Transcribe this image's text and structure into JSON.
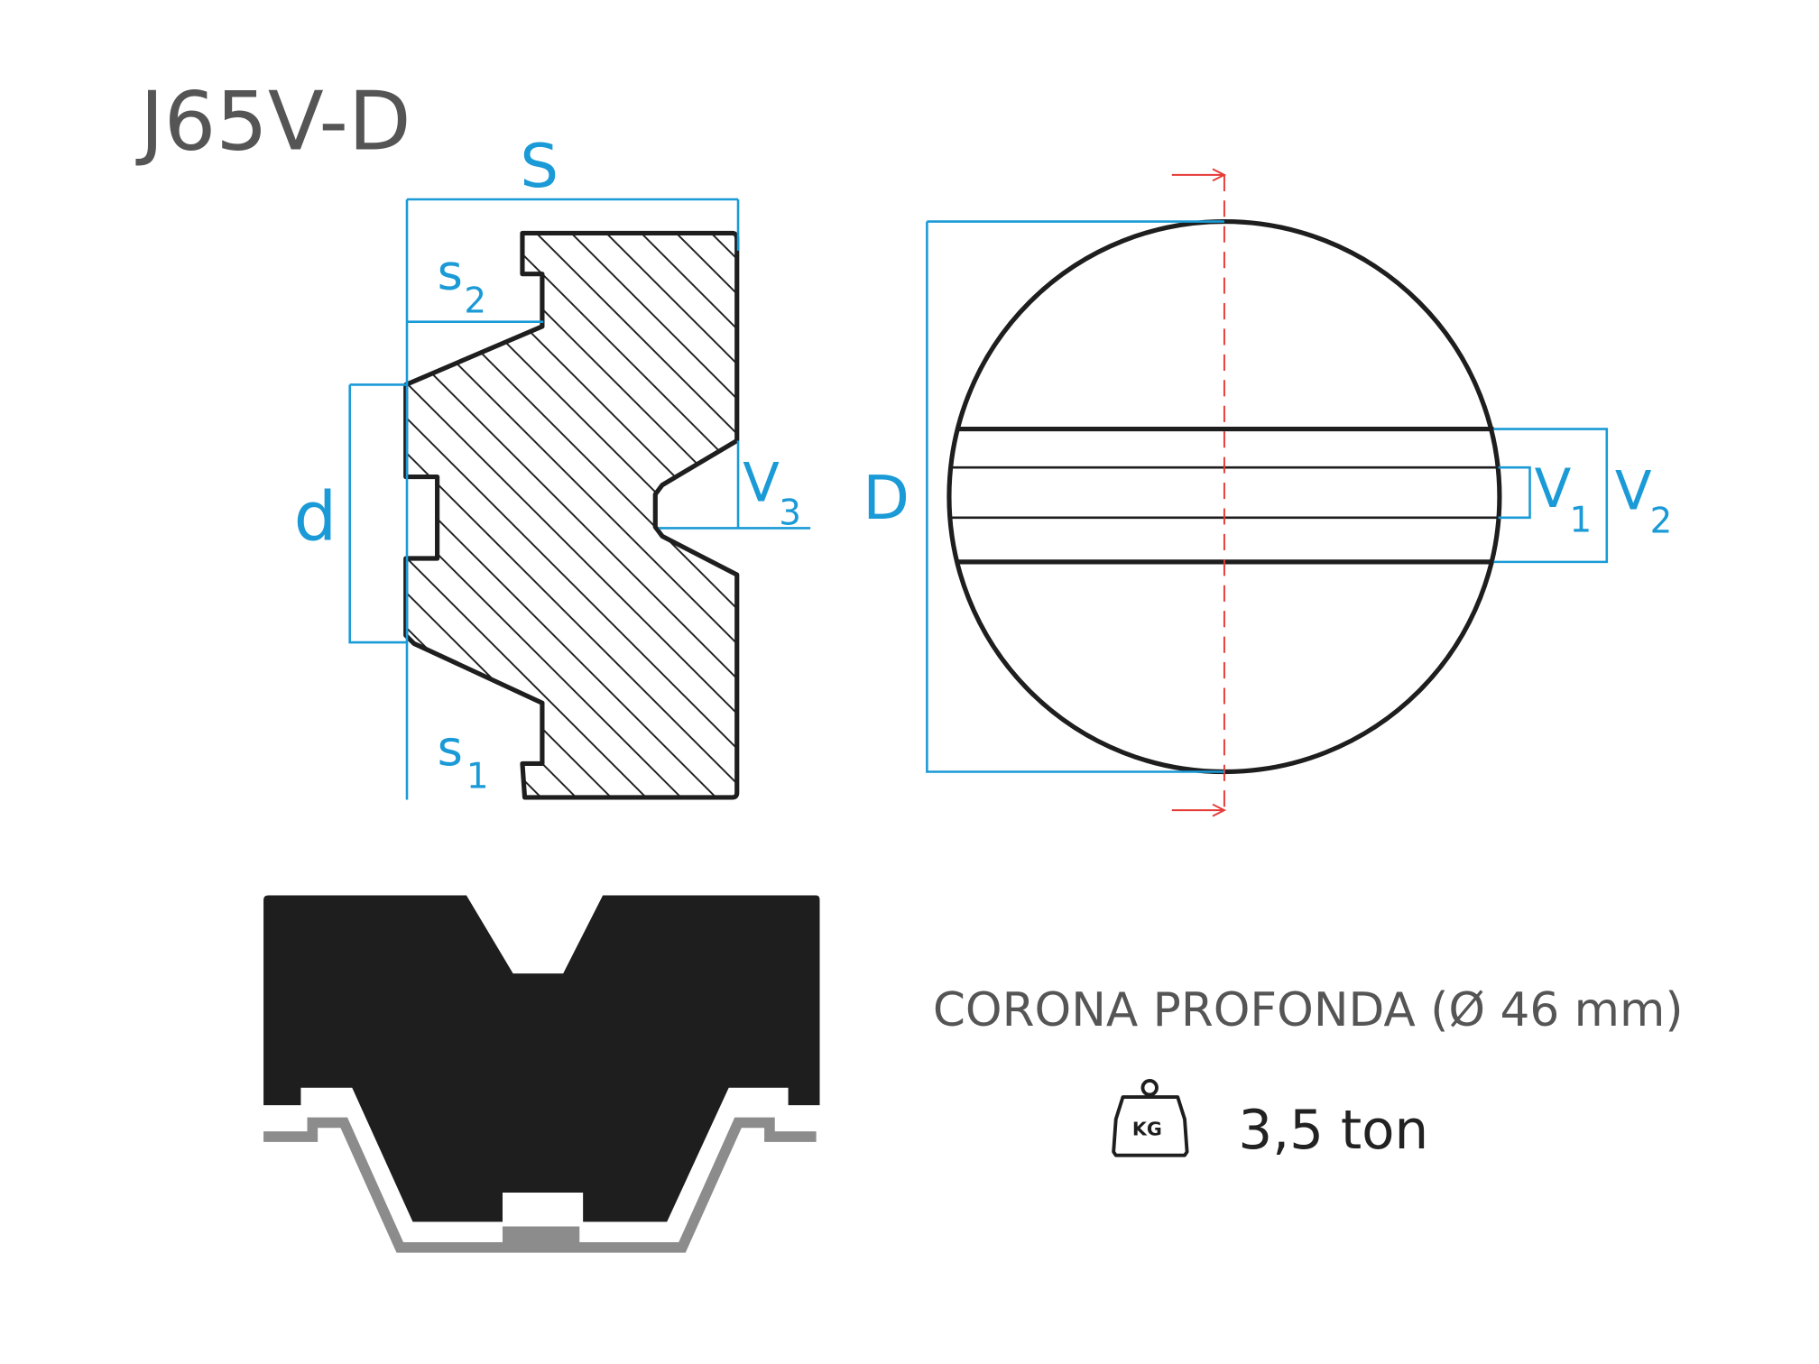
{
  "title": "J65V-D",
  "labels": {
    "S": "S",
    "s2": "s",
    "s2_sub": "2",
    "s1": "s",
    "s1_sub": "1",
    "d": "d",
    "V3": "V",
    "V3_sub": "3",
    "D": "D",
    "V1": "V",
    "V1_sub": "1",
    "V2": "V",
    "V2_sub": "2"
  },
  "description": "CORONA PROFONDA (Ø 46 mm)",
  "capacity": {
    "icon": "weight-kg-icon",
    "icon_text": "KG",
    "value": "3,5 ton"
  },
  "colors": {
    "dimension": "#1a9ad6",
    "section_line": "#e53935",
    "text": "#555555",
    "part": "#1e1e1e",
    "seat": "#8c8c8c"
  }
}
